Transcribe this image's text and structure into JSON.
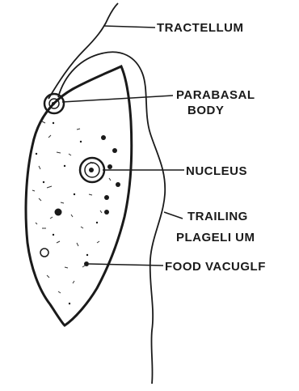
{
  "diagram": {
    "labels": {
      "tractellum": "TRACTELLUM",
      "parabasal_line1": "PARABASAL",
      "parabasal_line2": "BODY",
      "nucleus": "NUCLEUS",
      "trailing_line1": "TRAILING",
      "trailing_line2": "PLAGELI UM",
      "food_vacuole": "FOOD VACUGLF"
    },
    "colors": {
      "ink": "#1a1a1a",
      "background": "#ffffff"
    }
  }
}
